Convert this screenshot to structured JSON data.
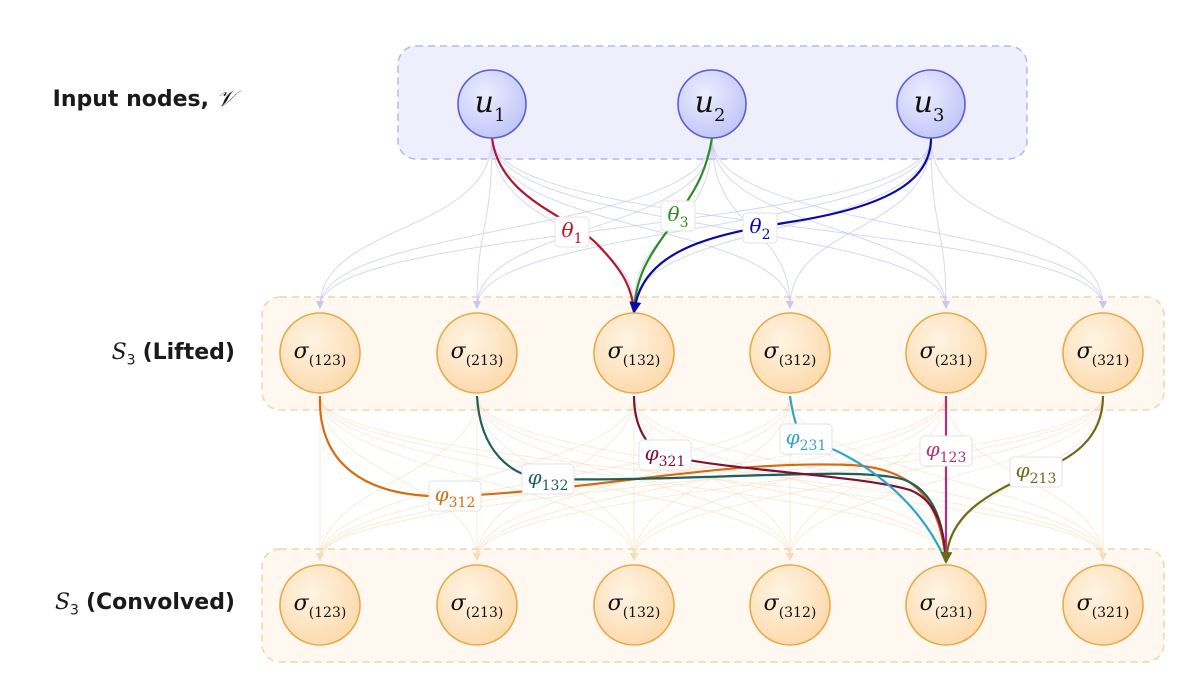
{
  "row_labels": {
    "input": {
      "text": "Input nodes, ",
      "symbol": "𝒱"
    },
    "lifted": {
      "symbol": "S",
      "subscript": "3",
      "text": "(Lifted)"
    },
    "convolved": {
      "symbol": "S",
      "subscript": "3",
      "text": "(Convolved)"
    }
  },
  "input_nodes": [
    {
      "base": "u",
      "sub": "1"
    },
    {
      "base": "u",
      "sub": "2"
    },
    {
      "base": "u",
      "sub": "3"
    }
  ],
  "group_nodes": [
    {
      "base": "σ",
      "sub": "(123)"
    },
    {
      "base": "σ",
      "sub": "(213)"
    },
    {
      "base": "σ",
      "sub": "(132)"
    },
    {
      "base": "σ",
      "sub": "(312)"
    },
    {
      "base": "σ",
      "sub": "(231)"
    },
    {
      "base": "σ",
      "sub": "(321)"
    }
  ],
  "theta_edges": [
    {
      "label_base": "θ",
      "label_sub": "1",
      "color": "#b2182b"
    },
    {
      "label_base": "θ",
      "label_sub": "3",
      "color": "#2e8b22"
    },
    {
      "label_base": "θ",
      "label_sub": "2",
      "color": "#0a0aa8"
    }
  ],
  "phi_edges": [
    {
      "label_base": "φ",
      "label_sub": "312",
      "color": "#d86a10"
    },
    {
      "label_base": "φ",
      "label_sub": "132",
      "color": "#1d5e5e"
    },
    {
      "label_base": "φ",
      "label_sub": "321",
      "color": "#7a1232"
    },
    {
      "label_base": "φ",
      "label_sub": "231",
      "color": "#2ba6c8"
    },
    {
      "label_base": "φ",
      "label_sub": "123",
      "color": "#b0307a"
    },
    {
      "label_base": "φ",
      "label_sub": "213",
      "color": "#6b6a1a"
    }
  ],
  "colors": {
    "input_fill": "#c9cdfa",
    "input_stroke": "#5b5fd6",
    "input_box_fill": "#eeeefc",
    "input_box_stroke": "#b5b7ef",
    "group_fill": "#fde3bd",
    "group_stroke": "#e9a94a",
    "group_box_fill": "#fef8f1",
    "group_box_stroke": "#f3d3ad",
    "faint_blue": "#c5c7f4",
    "faint_orange": "#f6dcba"
  }
}
